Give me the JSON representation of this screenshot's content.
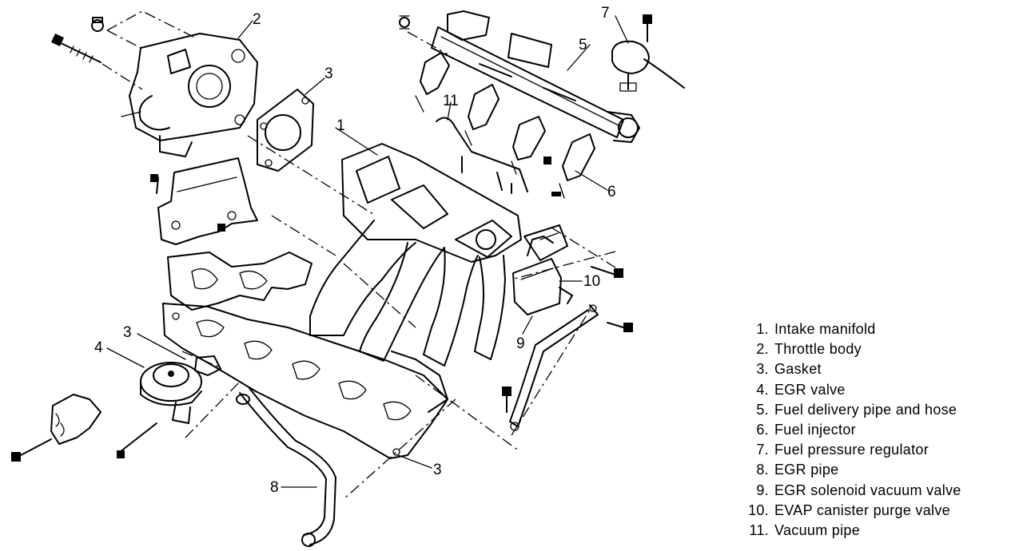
{
  "callouts": [
    {
      "id": "c1",
      "label": "1"
    },
    {
      "id": "c2",
      "label": "2"
    },
    {
      "id": "c3a",
      "label": "3"
    },
    {
      "id": "c3b",
      "label": "3"
    },
    {
      "id": "c3c",
      "label": "3"
    },
    {
      "id": "c4",
      "label": "4"
    },
    {
      "id": "c5",
      "label": "5"
    },
    {
      "id": "c6",
      "label": "6"
    },
    {
      "id": "c7",
      "label": "7"
    },
    {
      "id": "c8",
      "label": "8"
    },
    {
      "id": "c9",
      "label": "9"
    },
    {
      "id": "c10",
      "label": "10"
    },
    {
      "id": "c11",
      "label": "11"
    }
  ],
  "legend": [
    {
      "num": "1.",
      "text": "Intake manifold"
    },
    {
      "num": "2.",
      "text": "Throttle body"
    },
    {
      "num": "3.",
      "text": "Gasket"
    },
    {
      "num": "4.",
      "text": "EGR valve"
    },
    {
      "num": "5.",
      "text": "Fuel delivery pipe and hose"
    },
    {
      "num": "6.",
      "text": "Fuel injector"
    },
    {
      "num": "7.",
      "text": "Fuel pressure regulator"
    },
    {
      "num": "8.",
      "text": "EGR pipe"
    },
    {
      "num": "9.",
      "text": "EGR solenoid vacuum valve"
    },
    {
      "num": "10.",
      "text": "EVAP canister purge valve"
    },
    {
      "num": "11.",
      "text": "Vacuum pipe"
    }
  ]
}
